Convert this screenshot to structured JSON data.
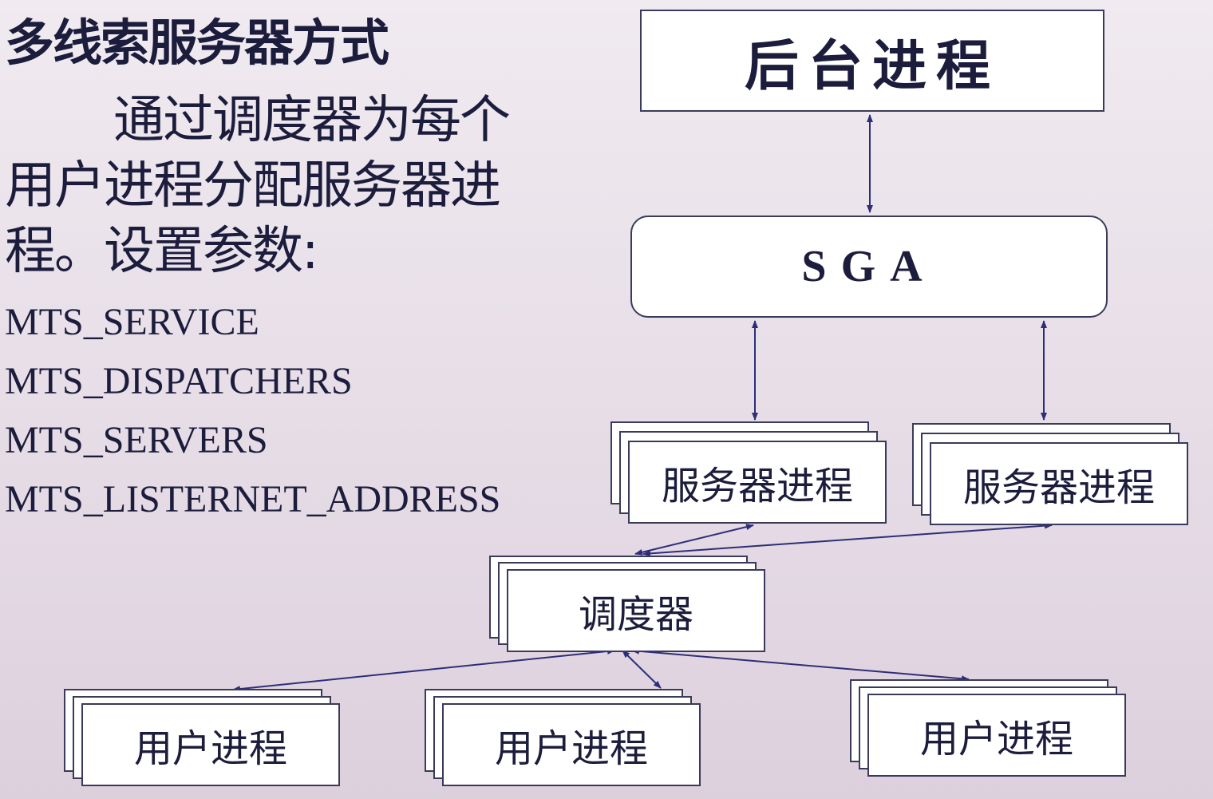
{
  "title": "多线索服务器方式",
  "description": {
    "lines": [
      "通过调度器为每个",
      "用户进程分配服务器进",
      "程。设置参数:"
    ]
  },
  "parameters": [
    "MTS_SERVICE",
    "MTS_DISPATCHERS",
    "MTS_SERVERS",
    "MTS_LISTERNET_ADDRESS"
  ],
  "diagram": {
    "background_process": "后台进程",
    "sga": "SGA",
    "server_processes": [
      "服务器进程",
      "服务器进程"
    ],
    "dispatcher": "调度器",
    "user_processes": [
      "用户进程",
      "用户进程",
      "用户进程"
    ]
  },
  "colors": {
    "text": "#1c1c3c",
    "arrow": "#2e2e78",
    "box_border": "#3a3a5c",
    "box_fill": "#ffffff"
  }
}
